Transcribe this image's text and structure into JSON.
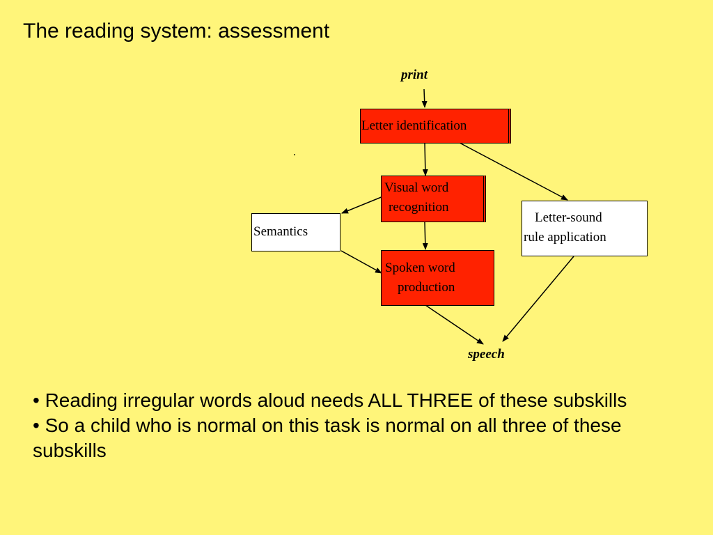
{
  "slide": {
    "title": "The reading system: assessment"
  },
  "diagram": {
    "input_label": "print",
    "output_label": "speech",
    "stray_mark": ".",
    "nodes": {
      "letter_identification": "Letter identification",
      "visual_word_line1": "Visual word",
      "visual_word_line2": "recognition",
      "semantics": "Semantics",
      "spoken_word_line1": "Spoken word",
      "spoken_word_line2": "production",
      "letter_sound_line1": "Letter-sound",
      "letter_sound_line2": "rule application"
    },
    "colors": {
      "background": "#FFF57A",
      "highlight_box": "#FF2200",
      "plain_box": "#FFFFFF"
    }
  },
  "bullets": [
    "• Reading irregular words aloud needs ALL THREE of these subskills",
    "• So a child who is normal on this task is normal on all three of these subskills"
  ]
}
